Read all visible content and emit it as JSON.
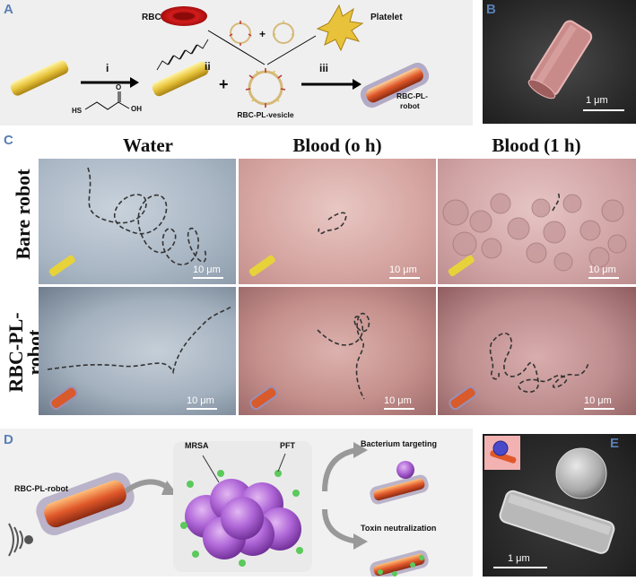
{
  "panel_labels": {
    "a": "A",
    "b": "B",
    "c": "C",
    "d": "D",
    "e": "E"
  },
  "panel_a": {
    "rbc_label": "RBC",
    "platelet_label": "Platelet",
    "plus": "+",
    "step_i": "i",
    "step_ii": "ii",
    "step_iii": "iii",
    "hs_label": "HS",
    "oh_label": "OH",
    "o_label": "O",
    "vesicle_label": "RBC-PL-vesicle",
    "robot_label_1": "RBC-PL-",
    "robot_label_2": "robot"
  },
  "panel_b": {
    "scale": "1 μm"
  },
  "panel_c": {
    "col_water": "Water",
    "col_blood0": "Blood (o h)",
    "col_blood1": "Blood (1 h)",
    "row_bare": "Bare robot",
    "row_rbc": "RBC-PL-\nrobot",
    "scale": "10 μm"
  },
  "panel_d": {
    "robot_label": "RBC-PL-robot",
    "mrsa_label": "MRSA",
    "pft_label": "PFT",
    "targeting_label": "Bacterium targeting",
    "toxin_label": "Toxin neutralization"
  },
  "panel_e": {
    "scale": "1 μm"
  },
  "colors": {
    "panel_letter": "#5a7fb5",
    "water_bg": "#aebccb",
    "blood_bg": "#d9a6a3",
    "gold": "#e7c33a",
    "coat": "#d96a3a",
    "mrsa": "#b067d8",
    "pft": "#5bc95b"
  }
}
